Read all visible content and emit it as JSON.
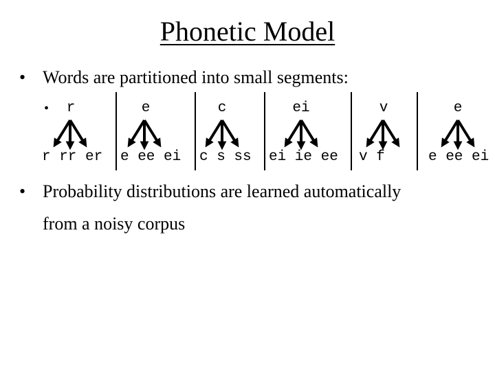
{
  "title": "Phonetic Model",
  "bullets": [
    {
      "marker": "•",
      "text": "Words are partitioned into small segments:"
    },
    {
      "marker": "•",
      "line1": "Probability distributions are learned automatically",
      "line2": "from a noisy corpus"
    }
  ],
  "sub_bullet_marker": "•",
  "segments": [
    {
      "source": "r",
      "targets": "r rr er"
    },
    {
      "source": "e",
      "targets": "e ee ei"
    },
    {
      "source": "c",
      "targets": "c s ss"
    },
    {
      "source": "ei",
      "targets": "ei ie ee"
    },
    {
      "source": "v",
      "targets": "v f"
    },
    {
      "source": "e",
      "targets": "e ee ei"
    }
  ]
}
